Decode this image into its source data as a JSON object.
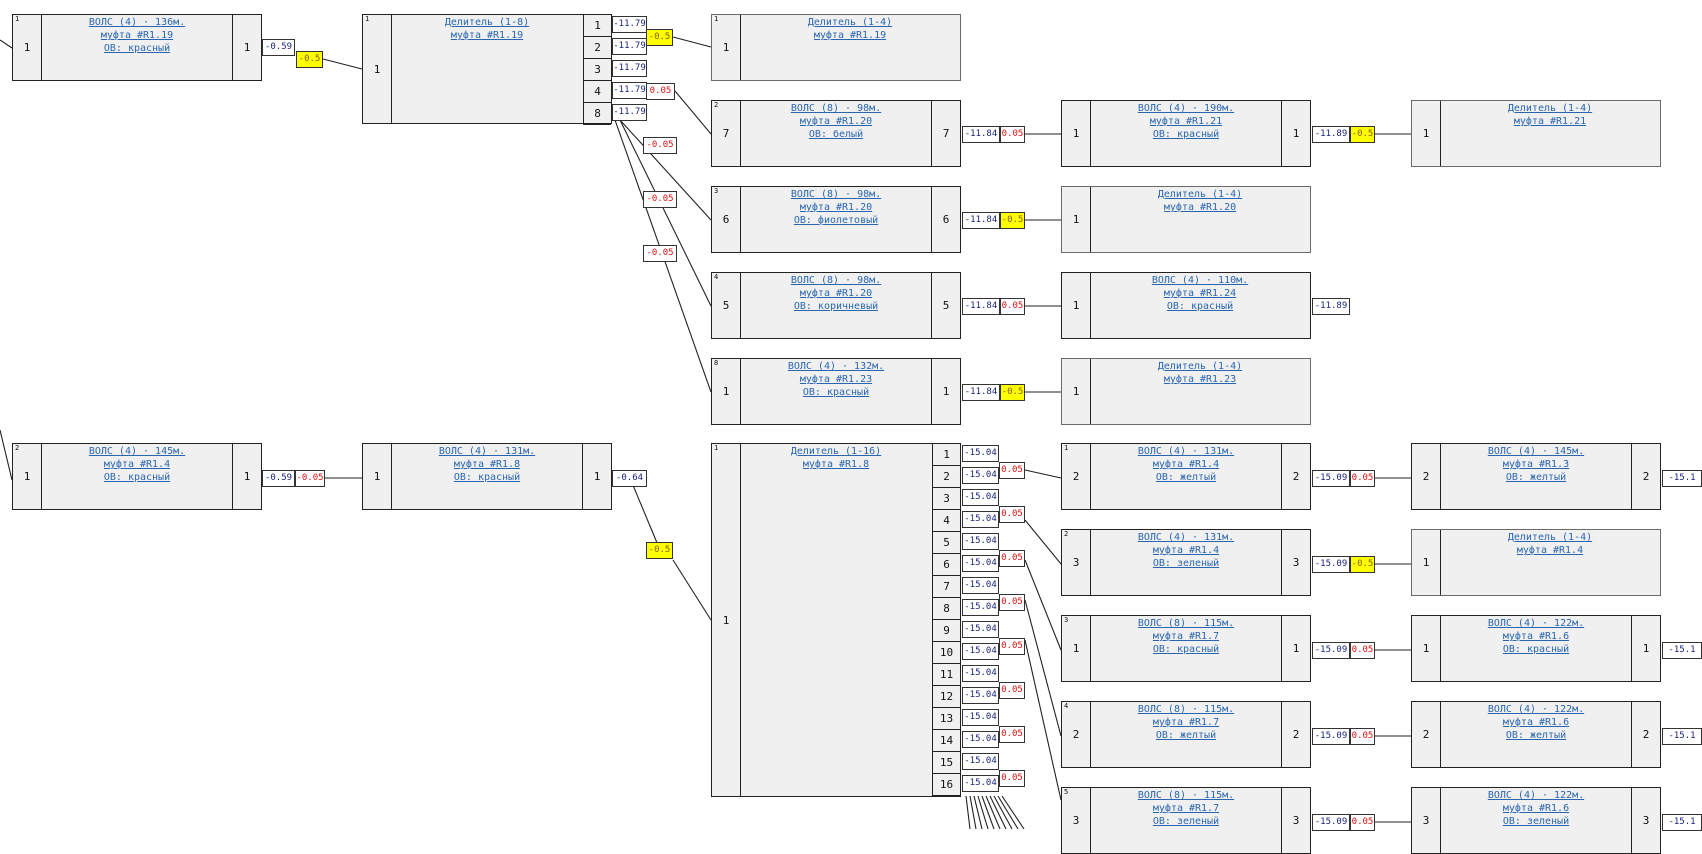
{
  "nodes": [
    {
      "num": "1",
      "in_port": "1",
      "lines": [
        "ВОЛС (4) · 136м.",
        "муфта #R1.19",
        "ОВ: красный"
      ],
      "out_port": "1"
    },
    {
      "num": "1",
      "in_port": "1",
      "lines": [
        "Делитель (1-8)",
        "муфта #R1.19"
      ],
      "out_ports": [
        "1",
        "2",
        "3",
        "4",
        "8"
      ]
    },
    {
      "num": "1",
      "in_port": "1",
      "lines": [
        "Делитель (1-4)",
        "муфта #R1.19"
      ]
    },
    {
      "num": "2",
      "in_port": "7",
      "lines": [
        "ВОЛС (8) · 98м.",
        "муфта #R1.20",
        "ОВ: белый"
      ],
      "out_port": "7"
    },
    {
      "num": "3",
      "in_port": "6",
      "lines": [
        "ВОЛС (8) · 98м.",
        "муфта #R1.20",
        "ОВ: фиолетовый"
      ],
      "out_port": "6"
    },
    {
      "num": "4",
      "in_port": "5",
      "lines": [
        "ВОЛС (8) · 98м.",
        "муфта #R1.20",
        "ОВ: коричневый"
      ],
      "out_port": "5"
    },
    {
      "num": "8",
      "in_port": "1",
      "lines": [
        "ВОЛС (4) · 132м.",
        "муфта #R1.23",
        "ОВ: красный"
      ],
      "out_port": "1"
    },
    {
      "num": "",
      "in_port": "1",
      "lines": [
        "ВОЛС (4) · 190м.",
        "муфта #R1.21",
        "ОВ: красный"
      ],
      "out_port": "1"
    },
    {
      "num": "",
      "in_port": "1",
      "lines": [
        "Делитель (1-4)",
        "муфта #R1.21"
      ]
    },
    {
      "num": "",
      "in_port": "1",
      "lines": [
        "Делитель (1-4)",
        "муфта #R1.20"
      ]
    },
    {
      "num": "",
      "in_port": "1",
      "lines": [
        "ВОЛС (4) · 110м.",
        "муфта #R1.24",
        "ОВ: красный"
      ]
    },
    {
      "num": "",
      "in_port": "1",
      "lines": [
        "Делитель (1-4)",
        "муфта #R1.23"
      ]
    },
    {
      "num": "2",
      "in_port": "1",
      "lines": [
        "ВОЛС (4) · 145м.",
        "муфта #R1.4",
        "ОВ: красный"
      ],
      "out_port": "1"
    },
    {
      "num": "",
      "in_port": "1",
      "lines": [
        "ВОЛС (4) · 131м.",
        "муфта #R1.8",
        "ОВ: красный"
      ],
      "out_port": "1"
    },
    {
      "num": "1",
      "in_port": "1",
      "lines": [
        "Делитель (1-16)",
        "муфта #R1.8"
      ],
      "out_ports": [
        "1",
        "2",
        "3",
        "4",
        "5",
        "6",
        "7",
        "8",
        "9",
        "10",
        "11",
        "12",
        "13",
        "14",
        "15",
        "16"
      ]
    },
    {
      "num": "1",
      "in_port": "2",
      "lines": [
        "ВОЛС (4) · 131м.",
        "муфта #R1.4",
        "ОВ: желтый"
      ],
      "out_port": "2"
    },
    {
      "num": "2",
      "in_port": "3",
      "lines": [
        "ВОЛС (4) · 131м.",
        "муфта #R1.4",
        "ОВ: зеленый"
      ],
      "out_port": "3"
    },
    {
      "num": "3",
      "in_port": "1",
      "lines": [
        "ВОЛС (8) · 115м.",
        "муфта #R1.7",
        "ОВ: красный"
      ],
      "out_port": "1"
    },
    {
      "num": "4",
      "in_port": "2",
      "lines": [
        "ВОЛС (8) · 115м.",
        "муфта #R1.7",
        "ОВ: желтый"
      ],
      "out_port": "2"
    },
    {
      "num": "5",
      "in_port": "3",
      "lines": [
        "ВОЛС (8) · 115м.",
        "муфта #R1.7",
        "ОВ: зеленый"
      ],
      "out_port": "3"
    },
    {
      "num": "",
      "in_port": "2",
      "lines": [
        "ВОЛС (4) · 145м.",
        "муфта #R1.3",
        "ОВ: желтый"
      ],
      "out_port": "2"
    },
    {
      "num": "",
      "in_port": "1",
      "lines": [
        "Делитель (1-4)",
        "муфта #R1.4"
      ]
    },
    {
      "num": "",
      "in_port": "1",
      "lines": [
        "ВОЛС (4) · 122м.",
        "муфта #R1.6",
        "ОВ: красный"
      ],
      "out_port": "1"
    },
    {
      "num": "",
      "in_port": "2",
      "lines": [
        "ВОЛС (4) · 122м.",
        "муфта #R1.6",
        "ОВ: желтый"
      ],
      "out_port": "2"
    },
    {
      "num": "",
      "in_port": "3",
      "lines": [
        "ВОЛС (4) · 122м.",
        "муфта #R1.6",
        "ОВ: зеленый"
      ],
      "out_port": "3"
    }
  ],
  "tags": {
    "t0": "-0.59",
    "t1": "-0.5",
    "s8a": [
      "-11.79",
      "-11.79",
      "-11.79",
      "-11.79",
      "-11.79"
    ],
    "t2": "-0.5",
    "t3": "0.05",
    "t4": "-0.05",
    "t5": "-0.05",
    "t6": "-0.05",
    "t7": "-11.84",
    "t8": "0.05",
    "t9": "-11.89",
    "t10": "-0.5",
    "t11": "-11.84",
    "t12": "-0.5",
    "t13": "-11.84",
    "t14": "0.05",
    "t15": "-11.89",
    "t16": "-11.84",
    "t17": "-0.5",
    "t18": "-0.59",
    "t19": "-0.05",
    "t20": "-0.64",
    "t21": "-0.5",
    "s16a": [
      "-15.04",
      "-15.04",
      "-15.04",
      "-15.04",
      "-15.04",
      "-15.04",
      "-15.04",
      "-15.04",
      "-15.04",
      "-15.04",
      "-15.04",
      "-15.04",
      "-15.04",
      "-15.04",
      "-15.04",
      "-15.04"
    ],
    "s16b": [
      "0.05",
      "0.05",
      "0.05",
      "0.05",
      "0.05",
      "0.05",
      "0.05",
      "0.05"
    ],
    "t22": "-15.09",
    "t23": "0.05",
    "t24": "-15.1",
    "t25": "-15.09",
    "t26": "-0.5",
    "t27": "-15.09",
    "t28": "0.05",
    "t29": "-15.1",
    "t30": "-15.09",
    "t31": "0.05",
    "t32": "-15.1",
    "t33": "-15.09",
    "t34": "0.05",
    "t35": "-15.1"
  }
}
